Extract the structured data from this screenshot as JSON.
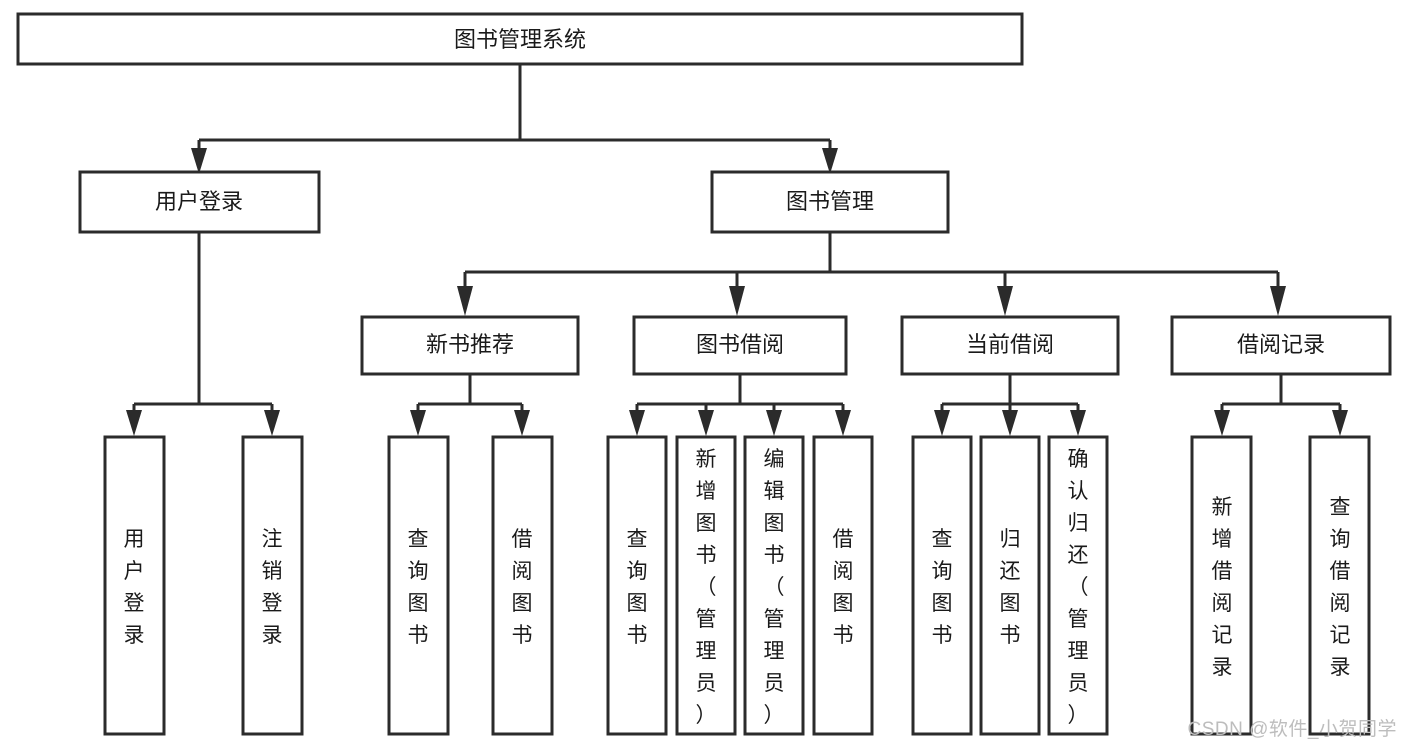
{
  "diagram": {
    "type": "tree",
    "title": "图书管理系统",
    "watermark": "CSDN @软件_小贺同学",
    "colors": {
      "stroke": "#2b2b2b",
      "fill": "#ffffff",
      "text": "#1a1a1a",
      "watermark": "#bdbdbd",
      "background": "#ffffff"
    },
    "nodes": {
      "root": {
        "label": "图书管理系统",
        "orientation": "horizontal",
        "level": 0
      },
      "l1_0": {
        "label": "用户登录",
        "orientation": "horizontal",
        "level": 1
      },
      "l1_1": {
        "label": "图书管理",
        "orientation": "horizontal",
        "level": 1
      },
      "l2_0": {
        "label": "新书推荐",
        "orientation": "horizontal",
        "level": 2
      },
      "l2_1": {
        "label": "图书借阅",
        "orientation": "horizontal",
        "level": 2
      },
      "l2_2": {
        "label": "当前借阅",
        "orientation": "horizontal",
        "level": 2
      },
      "l2_3": {
        "label": "借阅记录",
        "orientation": "horizontal",
        "level": 2
      },
      "leaf_0": {
        "label": "用户登录",
        "orientation": "vertical",
        "level": 3
      },
      "leaf_1": {
        "label": "注销登录",
        "orientation": "vertical",
        "level": 3
      },
      "leaf_2": {
        "label": "查询图书",
        "orientation": "vertical",
        "level": 3
      },
      "leaf_3": {
        "label": "借阅图书",
        "orientation": "vertical",
        "level": 3
      },
      "leaf_4": {
        "label": "查询图书",
        "orientation": "vertical",
        "level": 3
      },
      "leaf_5": {
        "label": "新增图书（管理员）",
        "orientation": "vertical",
        "level": 3
      },
      "leaf_6": {
        "label": "编辑图书（管理员）",
        "orientation": "vertical",
        "level": 3
      },
      "leaf_7": {
        "label": "借阅图书",
        "orientation": "vertical",
        "level": 3
      },
      "leaf_8": {
        "label": "查询图书",
        "orientation": "vertical",
        "level": 3
      },
      "leaf_9": {
        "label": "归还图书",
        "orientation": "vertical",
        "level": 3
      },
      "leaf_10": {
        "label": "确认归还（管理员）",
        "orientation": "vertical",
        "level": 3
      },
      "leaf_11": {
        "label": "新增借阅记录",
        "orientation": "vertical",
        "level": 3
      },
      "leaf_12": {
        "label": "查询借阅记录",
        "orientation": "vertical",
        "level": 3
      }
    },
    "edges": [
      {
        "from": "root",
        "to": "l1_0"
      },
      {
        "from": "root",
        "to": "l1_1"
      },
      {
        "from": "l1_0",
        "to": "leaf_0"
      },
      {
        "from": "l1_0",
        "to": "leaf_1"
      },
      {
        "from": "l1_1",
        "to": "l2_0"
      },
      {
        "from": "l1_1",
        "to": "l2_1"
      },
      {
        "from": "l1_1",
        "to": "l2_2"
      },
      {
        "from": "l1_1",
        "to": "l2_3"
      },
      {
        "from": "l2_0",
        "to": "leaf_2"
      },
      {
        "from": "l2_0",
        "to": "leaf_3"
      },
      {
        "from": "l2_1",
        "to": "leaf_4"
      },
      {
        "from": "l2_1",
        "to": "leaf_5"
      },
      {
        "from": "l2_1",
        "to": "leaf_6"
      },
      {
        "from": "l2_1",
        "to": "leaf_7"
      },
      {
        "from": "l2_2",
        "to": "leaf_8"
      },
      {
        "from": "l2_2",
        "to": "leaf_9"
      },
      {
        "from": "l2_2",
        "to": "leaf_10"
      },
      {
        "from": "l2_3",
        "to": "leaf_11"
      },
      {
        "from": "l2_3",
        "to": "leaf_12"
      }
    ]
  }
}
